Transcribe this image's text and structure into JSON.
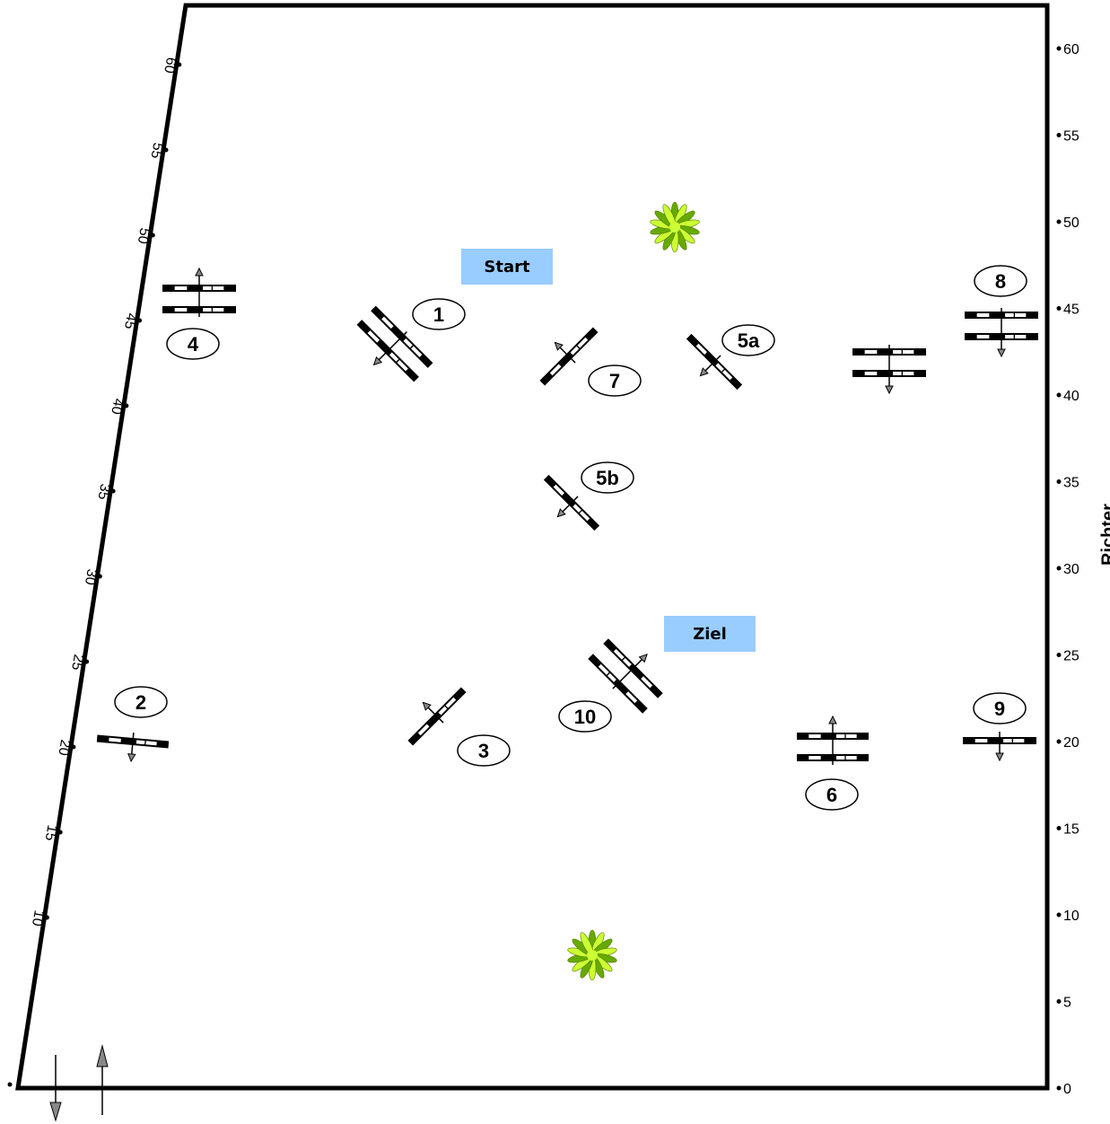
{
  "labels": {
    "start": "Start",
    "ziel": "Ziel",
    "richter": "Richter"
  },
  "right_scale": [
    "0",
    "5",
    "10",
    "15",
    "20",
    "25",
    "30",
    "35",
    "40",
    "45",
    "50",
    "55",
    "60"
  ],
  "left_scale": [
    "10",
    "15",
    "20",
    "25",
    "30",
    "35",
    "40",
    "45",
    "50",
    "55",
    "60"
  ],
  "obstacles": [
    {
      "id": "o1",
      "number": "1",
      "type": "oxer"
    },
    {
      "id": "o2",
      "number": "2",
      "type": "vertical"
    },
    {
      "id": "o3",
      "number": "3",
      "type": "vertical"
    },
    {
      "id": "o4",
      "number": "4",
      "type": "oxer"
    },
    {
      "id": "o5a",
      "number": "5a",
      "type": "vertical"
    },
    {
      "id": "o5b",
      "number": "5b",
      "type": "vertical"
    },
    {
      "id": "o6",
      "number": "6",
      "type": "oxer"
    },
    {
      "id": "o7",
      "number": "7",
      "type": "vertical"
    },
    {
      "id": "o8",
      "number": "8",
      "type": "oxer"
    },
    {
      "id": "o9",
      "number": "9",
      "type": "vertical"
    },
    {
      "id": "o10",
      "number": "10",
      "type": "oxer"
    },
    {
      "id": "ox",
      "number": "",
      "type": "oxer"
    }
  ],
  "colors": {
    "line": "#000000",
    "label_bg": "#99ccff",
    "plant_dark": "#66aa00",
    "plant_light": "#ccff33",
    "arrow": "#888888"
  }
}
